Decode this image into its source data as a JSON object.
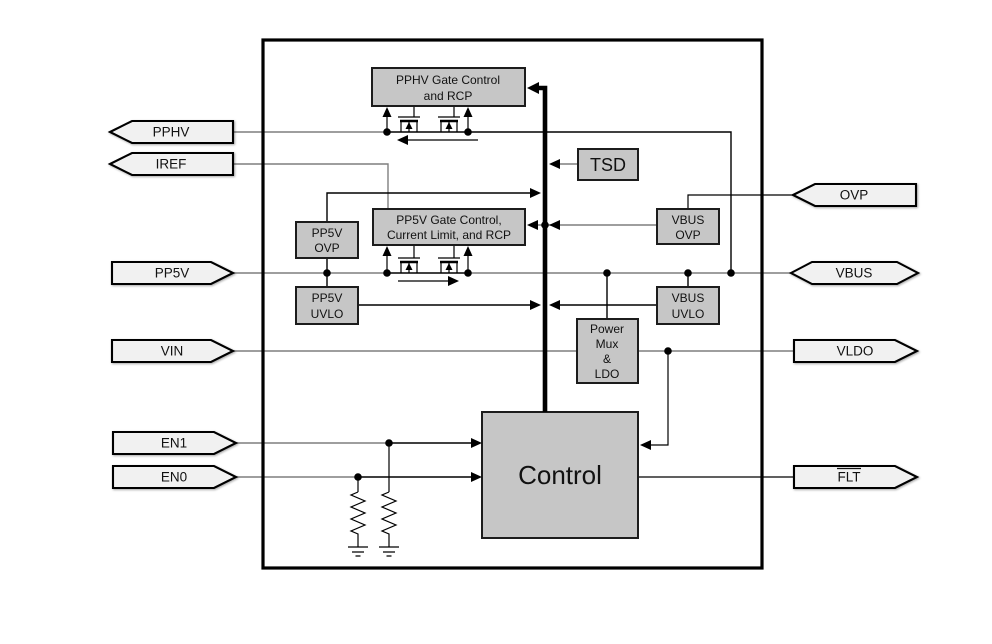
{
  "blocks": {
    "pphv_gate": {
      "lines": [
        "PPHV Gate Control",
        "and RCP"
      ]
    },
    "tsd": {
      "label": "TSD"
    },
    "pp5v_ovp": {
      "lines": [
        "PP5V",
        "OVP"
      ]
    },
    "pp5v_gate": {
      "lines": [
        "PP5V Gate Control,",
        "Current Limit, and RCP"
      ]
    },
    "pp5v_uvlo": {
      "lines": [
        "PP5V",
        "UVLO"
      ]
    },
    "vbus_ovp": {
      "lines": [
        "VBUS",
        "OVP"
      ]
    },
    "vbus_uvlo": {
      "lines": [
        "VBUS",
        "UVLO"
      ]
    },
    "power_mux": {
      "lines": [
        "Power",
        "Mux",
        "&",
        "LDO"
      ]
    },
    "control": {
      "label": "Control"
    }
  },
  "pins": {
    "left": [
      {
        "label": "PPHV",
        "direction": "out-left"
      },
      {
        "label": "IREF",
        "direction": "out-left"
      },
      {
        "label": "PP5V",
        "direction": "in-right"
      },
      {
        "label": "VIN",
        "direction": "in-right"
      },
      {
        "label": "EN1",
        "direction": "in-right"
      },
      {
        "label": "EN0",
        "direction": "in-right"
      }
    ],
    "right": [
      {
        "label": "OVP",
        "direction": "in-left"
      },
      {
        "label": "VBUS",
        "direction": "bidirectional"
      },
      {
        "label": "VLDO",
        "direction": "out-right"
      },
      {
        "label": "FLT",
        "direction": "out-right",
        "overline": true
      }
    ]
  },
  "colors": {
    "block_fill": "#c6c6c6",
    "pin_fill": "#f1f1f1",
    "wire_gray": "#7f7f7f",
    "line_black": "#000000",
    "box_border": "#000000",
    "text": "#111111"
  }
}
